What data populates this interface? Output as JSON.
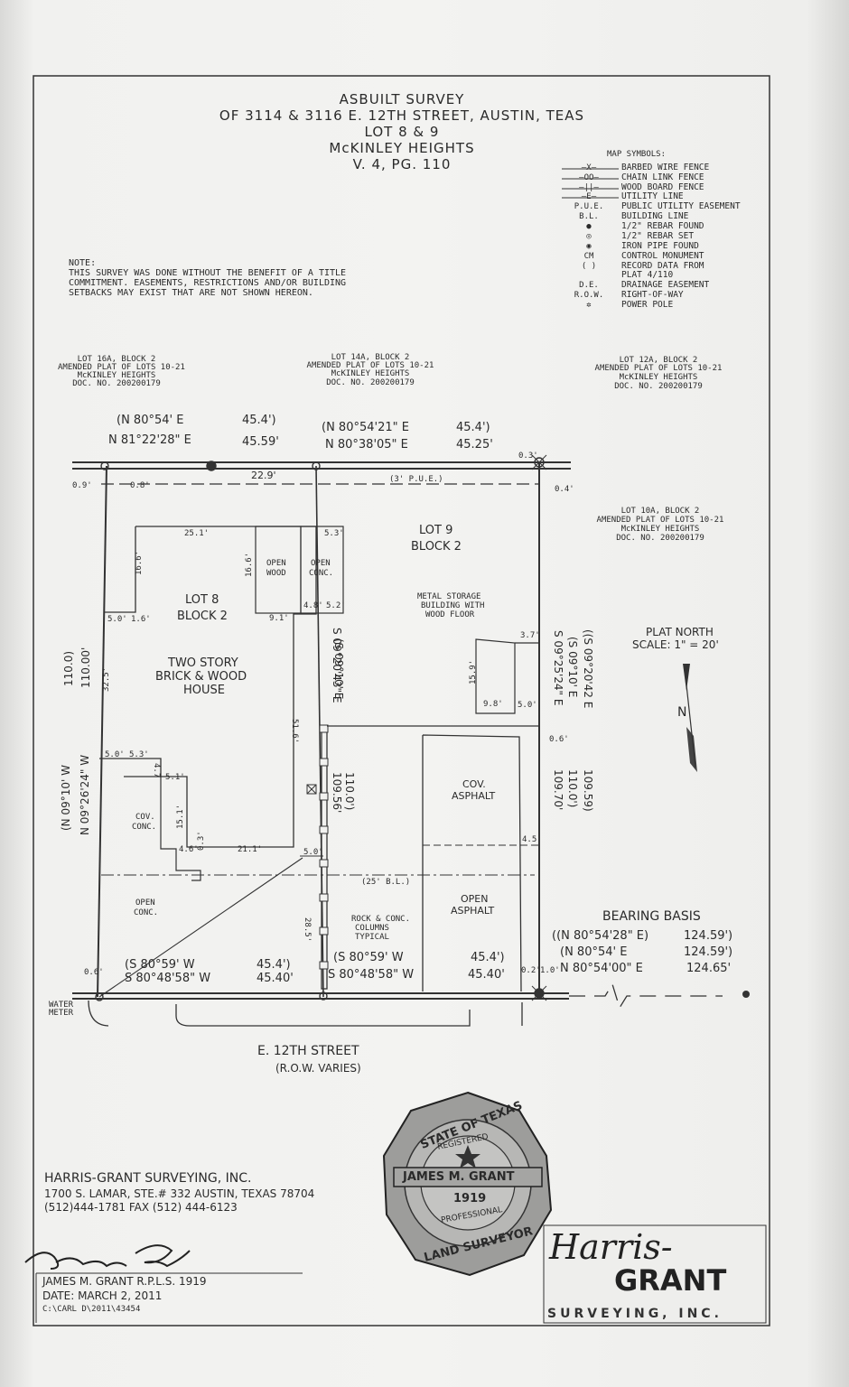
{
  "title": {
    "line1": "ASBUILT SURVEY",
    "line2": "OF 3114 & 3116 E. 12TH STREET, AUSTIN, TEAS",
    "line3": "LOT 8 & 9",
    "line4": "McKINLEY HEIGHTS",
    "line5": "V. 4, PG. 110"
  },
  "legend": {
    "heading": "MAP SYMBOLS:",
    "items": [
      {
        "key": "—X—",
        "label": "BARBED WIRE FENCE"
      },
      {
        "key": "—OO—",
        "label": "CHAIN LINK FENCE"
      },
      {
        "key": "—||—",
        "label": "WOOD BOARD FENCE"
      },
      {
        "key": "—E—",
        "label": "UTILITY LINE"
      },
      {
        "key": "P.U.E.",
        "label": "PUBLIC UTILITY EASEMENT"
      },
      {
        "key": "B.L.",
        "label": "BUILDING LINE"
      },
      {
        "key": "●",
        "label": "1/2\" REBAR FOUND"
      },
      {
        "key": "◎",
        "label": "1/2\" REBAR SET"
      },
      {
        "key": "◉",
        "label": "IRON PIPE FOUND"
      },
      {
        "key": "CM",
        "label": "CONTROL MONUMENT"
      },
      {
        "key": "(    )",
        "label": "RECORD DATA FROM"
      },
      {
        "key": "",
        "label": "PLAT 4/110"
      },
      {
        "key": "D.E.",
        "label": "DRAINAGE EASEMENT"
      },
      {
        "key": "R.O.W.",
        "label": "RIGHT-OF-WAY"
      },
      {
        "key": "✲",
        "label": "POWER POLE"
      }
    ]
  },
  "note": {
    "line1": "NOTE:",
    "line2": "THIS SURVEY WAS DONE WITHOUT THE BENEFIT OF A TITLE",
    "line3": "COMMITMENT. EASEMENTS, RESTRICTIONS AND/OR BUILDING",
    "line4": "SETBACKS MAY EXIST THAT ARE NOT SHOWN HEREON."
  },
  "adjacent": {
    "lot16a": [
      "LOT 16A, BLOCK 2",
      "AMENDED PLAT OF LOTS 10-21",
      "McKINLEY HEIGHTS",
      "DOC. NO. 200200179"
    ],
    "lot14a": [
      "LOT 14A, BLOCK 2",
      "AMENDED PLAT OF LOTS 10-21",
      "McKINLEY HEIGHTS",
      "DOC. NO. 200200179"
    ],
    "lot12a": [
      "LOT 12A, BLOCK 2",
      "AMENDED PLAT OF LOTS 10-21",
      "McKINLEY HEIGHTS",
      "DOC. NO. 200200179"
    ],
    "lot10a": [
      "LOT 10A, BLOCK 2",
      "AMENDED PLAT OF LOTS 10-21",
      "McKINLEY HEIGHTS",
      "DOC. NO. 200200179"
    ]
  },
  "bearings": {
    "top_left_record": "(N 80°54' E",
    "top_left_record_dist": "45.4')",
    "top_left_meas": "N 81°22'28\" E",
    "top_left_meas_dist": "45.59'",
    "top_right_record": "(N 80°54'21\" E",
    "top_right_record_dist": "45.4')",
    "top_right_meas": "N 80°38'05\" E",
    "top_right_meas_dist": "45.25'",
    "left_record": "(N 09°10' W",
    "left_meas": "N 09°26'24\" W",
    "left_dist_record": "110.0)",
    "left_dist_meas": "110.00'",
    "mid_record": "(S 09°10' E",
    "mid_meas": "S 09°20'43\" E",
    "mid_dist_record": "110.0')",
    "mid_dist_meas": "109.56'",
    "right_record": "((S 09°20'42 E",
    "right_record2": "(S 09°10' E",
    "right_meas": "S 09°25'24\" E",
    "right_dist_record": "109.59)",
    "right_dist_record2": "110.0')",
    "right_dist_meas": "109.70'",
    "bot_left_record": "(S 80°59' W",
    "bot_left_meas": "S 80°48'58\" W",
    "bot_left_dist_record": "45.4')",
    "bot_left_dist_meas": "45.40'",
    "bot_mid_record": "(S 80°59' W",
    "bot_mid_meas": "S 80°48'58\" W",
    "bot_mid_dist_record": "45.4')",
    "bot_mid_dist_meas": "45.40'"
  },
  "basis": {
    "heading": "BEARING BASIS",
    "r1": "((N 80°54'28\" E)",
    "r1d": "124.59')",
    "r2": "(N 80°54' E",
    "r2d": "124.59')",
    "r3": "N 80°54'00\" E",
    "r3d": "124.65'"
  },
  "plan_labels": {
    "lot8": "LOT 8",
    "block8": "BLOCK 2",
    "lot9": "LOT 9",
    "block9": "BLOCK 2",
    "house1": "TWO STORY",
    "house2": "BRICK & WOOD",
    "house3": "HOUSE",
    "open_wood1": "OPEN",
    "open_wood2": "WOOD",
    "open_conc1": "OPEN",
    "open_conc2": "CONC.",
    "metal1": "METAL STORAGE",
    "metal2": "BUILDING WITH",
    "metal3": "WOOD FLOOR",
    "cov_asphalt1": "COV.",
    "cov_asphalt2": "ASPHALT",
    "open_asphalt1": "OPEN",
    "open_asphalt2": "ASPHALT",
    "cov_conc1": "COV.",
    "cov_conc2": "CONC.",
    "open_conc_b1": "OPEN",
    "open_conc_b2": "CONC.",
    "rock1": "ROCK & CONC.",
    "rock2": "COLUMNS",
    "rock3": "TYPICAL",
    "pue": "(3' P.U.E.)",
    "bl": "(25' B.L.)",
    "water1": "WATER",
    "water2": "METER",
    "street": "E. 12TH STREET",
    "row": "(R.O.W. VARIES)",
    "plat_north": "PLAT NORTH",
    "scale": "SCALE: 1\" = 20'",
    "north": "N"
  },
  "dims": {
    "d229": "22.9'",
    "d03a": "0.3'",
    "d04": "0.4'",
    "d09": "0.9'",
    "d08": "0.8'",
    "d251": "25.1'",
    "d53": "5.3'",
    "d166a": "16.6'",
    "d166b": "16.6'",
    "d48": "4.8'",
    "d52": "5.2'",
    "d50a": "5.0'",
    "d16": "1.6'",
    "d91": "9.1'",
    "d325": "32.5'",
    "d516": "51.6'",
    "d50b": "5.0'",
    "d53b": "5.3'",
    "d47": "4.7",
    "d51": "5.1'",
    "d151": "15.1'",
    "d46": "4.6'",
    "d03b": "0.3'",
    "d211": "21.1'",
    "d50c": "5.0'",
    "d285": "28.5'",
    "d37": "3.7'",
    "d159": "15.9'",
    "d98": "9.8'",
    "d50d": "5.0'",
    "d06a": "0.6'",
    "d45": "4.5",
    "d06b": "0.6'",
    "d02": "0.2'",
    "d10": "1.0'"
  },
  "company": {
    "name": "HARRIS-GRANT SURVEYING, INC.",
    "address": "1700 S. LAMAR, STE.# 332 AUSTIN, TEXAS 78704",
    "phone": "(512)444-1781 FAX (512) 444-6123",
    "signer": "JAMES M. GRANT  R.P.L.S. 1919",
    "date": "DATE: MARCH 2, 2011",
    "file": "C:\\CARL D\\2011\\43454"
  },
  "seal": {
    "top": "STATE OF TEXAS",
    "registered": "REGISTERED",
    "name": "JAMES M. GRANT",
    "number": "1919",
    "professional": "PROFESSIONAL",
    "bottom": "LAND SURVEYOR"
  },
  "logo": {
    "script": "Harris-",
    "word": "GRANT",
    "sub": "SURVEYING, INC."
  }
}
